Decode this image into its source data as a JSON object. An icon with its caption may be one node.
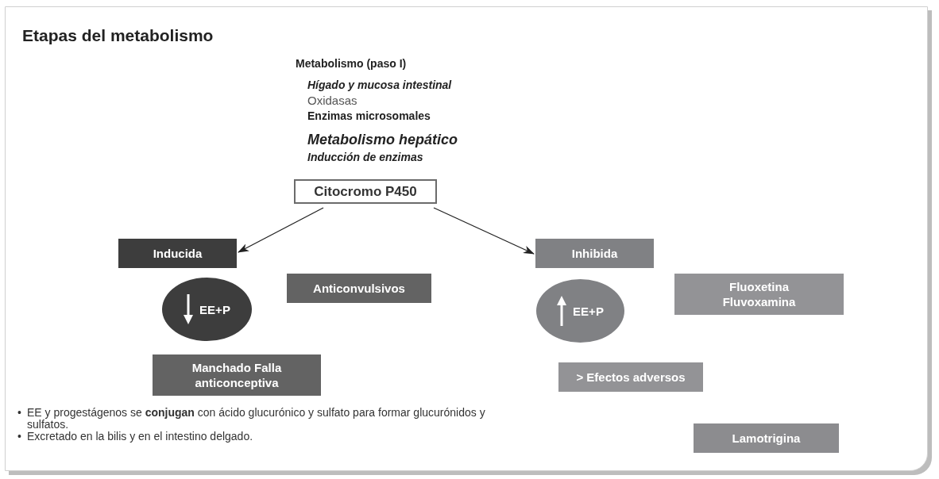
{
  "diagram": {
    "title": "Etapas del metabolismo",
    "nodes": [
      {
        "text": [
          "Citocromo P450"
        ]
      },
      {
        "text": [
          "Inducida"
        ]
      },
      {
        "text": [
          "Inhibida"
        ]
      },
      {
        "text": [
          "Anticonvulsivos"
        ]
      },
      {
        "text": [
          "Fluoxetina Fluvoxamina"
        ]
      },
      {
        "text": [
          "EE+P"
        ]
      },
      {
        "text": [
          "EE+P"
        ]
      },
      {
        "text": [
          "Manchado Falla anticonceptiva"
        ]
      },
      {
        "text": [
          "> Efectos adversos"
        ]
      },
      {
        "text": [
          "Lamotrigina"
        ]
      }
    ],
    "edges": [
      {
        "from": 0,
        "to": 1,
        "arrow": "to"
      },
      {
        "from": 0,
        "to": 2,
        "arrow": "to"
      }
    ],
    "labels": [
      "Metabolismo (paso I)",
      "Hígado y mucosa intestinal",
      "Oxidasas",
      "Enzimas microsomales",
      "Metabolismo hepático",
      "Inducción de enzimas",
      "•",
      "EE y progestágenos se **conjugan** con ácido glucurónico y sulfato para formar glucurónidos y sulfatos.",
      "•",
      "Excretado en la bilis y en el intestino delgado."
    ]
  }
}
